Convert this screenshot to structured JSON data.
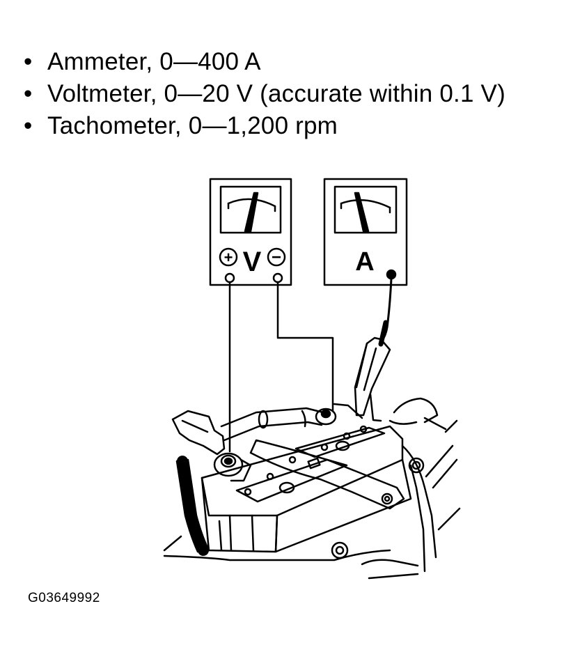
{
  "bullets": [
    {
      "marker": "•",
      "text": "Ammeter, 0—400 A"
    },
    {
      "marker": "•",
      "text": "Voltmeter, 0—20 V (accurate within 0.1 V)"
    },
    {
      "marker": "•",
      "text": "Tachometer, 0—1,200 rpm"
    }
  ],
  "voltmeter": {
    "plus": "+",
    "letter": "V",
    "minus": "−"
  },
  "ammeter": {
    "letter": "A"
  },
  "figure_code": "G03649992"
}
